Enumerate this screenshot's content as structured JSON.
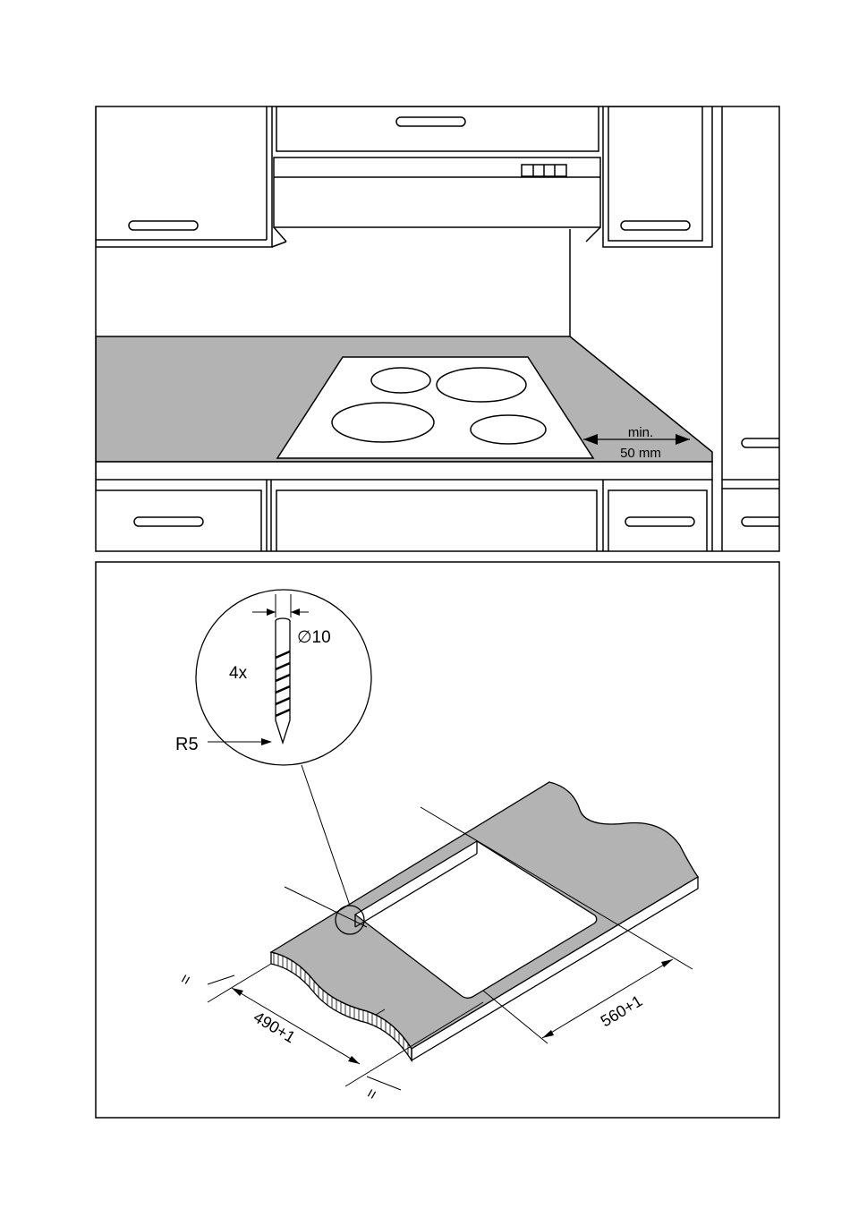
{
  "colors": {
    "line": "#000000",
    "countertop": "#b3b3b3",
    "background": "#ffffff"
  },
  "top_panel": {
    "clearance_label_line1": "min.",
    "clearance_label_line2": "50 mm"
  },
  "bottom_panel": {
    "detail": {
      "diameter_label": "∅10",
      "count_label": "4x",
      "radius_label": "R5"
    },
    "dimensions": {
      "width_label": "490+1",
      "depth_label": "560+1",
      "equal_left_label": "=",
      "equal_bottom_label": "="
    }
  }
}
